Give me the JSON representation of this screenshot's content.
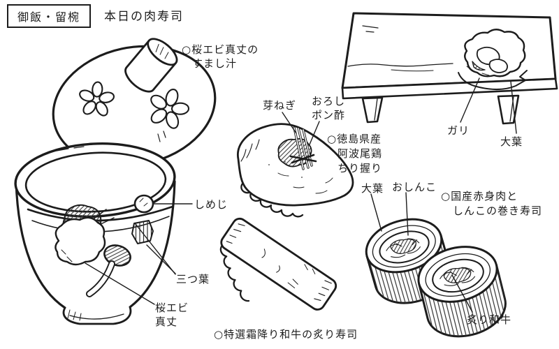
{
  "page": {
    "background_color": "#ffffff",
    "ink_color": "#1c1c1c"
  },
  "header": {
    "category_box": "御飯・留椀",
    "title": "本日の肉寿司"
  },
  "soup_section": {
    "dish_label": {
      "line1": "○桜エビ真丈の",
      "line2": "すまし汁"
    },
    "ingredients": {
      "shimeji": "しめじ",
      "mitsuba": "三つ葉",
      "sakura_ebi_line1": "桜エビ",
      "sakura_ebi_line2": "真丈"
    }
  },
  "chicken_nigiri_section": {
    "dish_label": {
      "line1": "○徳島県産",
      "line2": "阿波尾鶏",
      "line3": "ちり握り"
    },
    "toppings": {
      "menegi": "芽ねぎ",
      "oroshi_line1": "おろし",
      "oroshi_line2": "ポン酢"
    }
  },
  "table_section": {
    "gari": "ガリ",
    "ooba": "大葉"
  },
  "maki_section": {
    "dish_label": {
      "line1": "○国産赤身肉と",
      "line2": "しんこの巻き寿司"
    },
    "ingredients": {
      "ooba": "大葉",
      "oshinko": "おしんこ",
      "aburi_wagyu": "炙り和牛"
    }
  },
  "wagyu_nigiri_section": {
    "dish_label": "○特選霜降り和牛の炙り寿司"
  }
}
